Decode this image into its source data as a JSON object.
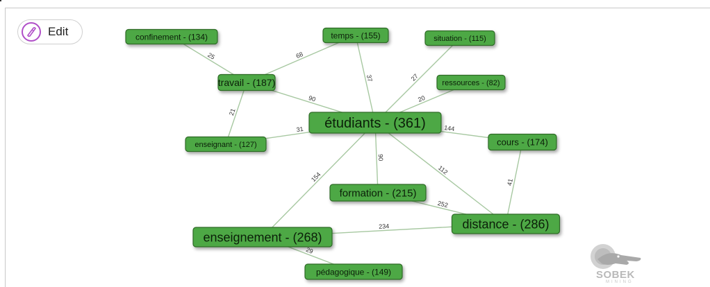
{
  "toolbar": {
    "edit_label": "Edit",
    "edit_icon": "pencil-circle-icon",
    "accent": "#b04fc8"
  },
  "graph": {
    "node_color": "#4ea845",
    "edge_color": "#a7c8a1",
    "nodes": [
      {
        "id": "etudiants",
        "label": "étudiants - (361)"
      },
      {
        "id": "confinement",
        "label": "confinement - (134)"
      },
      {
        "id": "temps",
        "label": "temps - (155)"
      },
      {
        "id": "situation",
        "label": "situation - (115)"
      },
      {
        "id": "travail",
        "label": "travail - (187)"
      },
      {
        "id": "ressources",
        "label": "ressources - (82)"
      },
      {
        "id": "enseignant",
        "label": "enseignant - (127)"
      },
      {
        "id": "cours",
        "label": "cours - (174)"
      },
      {
        "id": "formation",
        "label": "formation - (215)"
      },
      {
        "id": "distance",
        "label": "distance - (286)"
      },
      {
        "id": "enseignement",
        "label": "enseignement - (268)"
      },
      {
        "id": "pedagogique",
        "label": "pédagogique - (149)"
      }
    ],
    "edges": [
      {
        "from": "confinement",
        "to": "travail",
        "weight": "25"
      },
      {
        "from": "temps",
        "to": "travail",
        "weight": "68"
      },
      {
        "from": "temps",
        "to": "etudiants",
        "weight": "37"
      },
      {
        "from": "situation",
        "to": "etudiants",
        "weight": "27"
      },
      {
        "from": "ressources",
        "to": "etudiants",
        "weight": "20"
      },
      {
        "from": "travail",
        "to": "etudiants",
        "weight": "90"
      },
      {
        "from": "travail",
        "to": "enseignant",
        "weight": "21"
      },
      {
        "from": "enseignant",
        "to": "etudiants",
        "weight": "31"
      },
      {
        "from": "etudiants",
        "to": "cours",
        "weight": "144"
      },
      {
        "from": "etudiants",
        "to": "formation",
        "weight": "90"
      },
      {
        "from": "etudiants",
        "to": "distance",
        "weight": "112"
      },
      {
        "from": "etudiants",
        "to": "enseignement",
        "weight": "154"
      },
      {
        "from": "cours",
        "to": "distance",
        "weight": "41"
      },
      {
        "from": "formation",
        "to": "distance",
        "weight": "252"
      },
      {
        "from": "enseignement",
        "to": "distance",
        "weight": "234"
      },
      {
        "from": "enseignement",
        "to": "pedagogique",
        "weight": "29"
      }
    ]
  },
  "logo": {
    "name": "SOBEK",
    "subtitle": "MINING",
    "icon": "sobek-crocodile-icon"
  }
}
